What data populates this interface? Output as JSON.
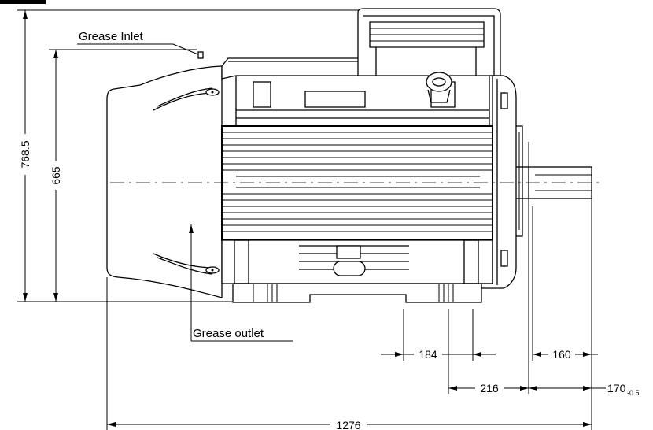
{
  "callouts": {
    "grease_inlet": "Grease Inlet",
    "grease_outlet": "Grease outlet"
  },
  "dimensions": {
    "overall_height": "768.5",
    "shaft_center_height": "665",
    "foot_hole_spacing": "184",
    "shaft_length": "160",
    "shoulder_to_foot": "216",
    "shaft_extension": "170",
    "shaft_extension_tolerance": "-0.5",
    "overall_length": "1276"
  }
}
